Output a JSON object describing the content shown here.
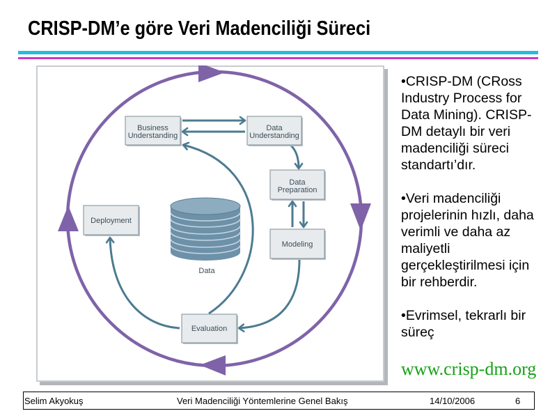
{
  "slide": {
    "title": "CRISP-DM’e göre Veri Madenciliği Süreci"
  },
  "diagram": {
    "nodes": {
      "business_understanding": {
        "lines": [
          "Business",
          "Understanding"
        ]
      },
      "data_understanding": {
        "lines": [
          "Data",
          "Understanding"
        ]
      },
      "data_preparation": {
        "lines": [
          "Data",
          "Preparation"
        ]
      },
      "modeling": {
        "lines": [
          "Modeling"
        ]
      },
      "evaluation": {
        "lines": [
          "Evaluation"
        ]
      },
      "deployment": {
        "lines": [
          "Deployment"
        ]
      }
    },
    "data_store_label": "Data"
  },
  "bullets": [
    {
      "lines": [
        "•CRISP-DM (CRoss",
        "Industry Process for",
        "Data Mining). CRISP-",
        "DM detaylı bir veri",
        "madenciliği süreci",
        "standartı’dır."
      ]
    },
    {
      "lines": [
        "•Veri madenciliği",
        "projelerinin hızlı, daha",
        "verimli ve daha az",
        "maliyetli",
        "gerçekleştirilmesi için",
        "bir rehberdir."
      ]
    },
    {
      "lines": [
        "•Evrimsel, tekrarlı bir",
        "süreç"
      ]
    }
  ],
  "link_text": "www.crisp-dm.org",
  "footer": {
    "author": "Selim Akyokuş",
    "presentation_title": "Veri Madenciliği Yöntemlerine Genel Bakış",
    "date": "14/10/2006",
    "page_number": "6"
  },
  "colors": {
    "title_rule_cyan": "#26bbdf",
    "title_rule_magenta": "#cc39c4",
    "cycle_ring": "#7f63a9",
    "flow_arrows": "#4c7b90",
    "data_store": "#6d91a9",
    "link": "#16a116"
  }
}
